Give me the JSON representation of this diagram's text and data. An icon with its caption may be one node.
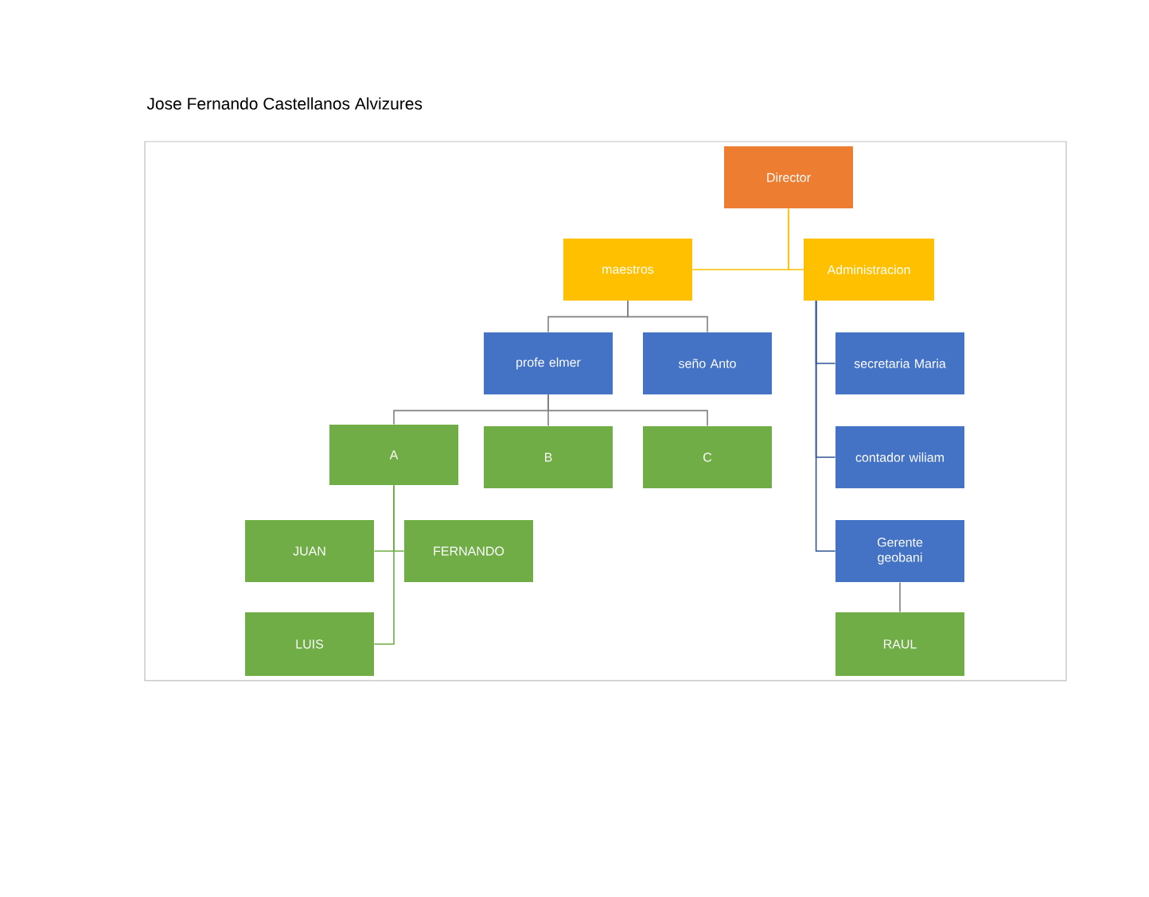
{
  "diagram": {
    "nodes": [
      {
        "text": [
          "Director"
        ]
      },
      {
        "text": [
          "maestros"
        ]
      },
      {
        "text": [
          "Administracion"
        ]
      },
      {
        "text": [
          "profe elmer"
        ]
      },
      {
        "text": [
          "seño Anto"
        ]
      },
      {
        "text": [
          "A"
        ]
      },
      {
        "text": [
          "B"
        ]
      },
      {
        "text": [
          "C"
        ]
      },
      {
        "text": [
          "JUAN"
        ]
      },
      {
        "text": [
          "FERNANDO"
        ]
      },
      {
        "text": [
          "LUIS"
        ]
      },
      {
        "text": [
          "secretaria Maria"
        ]
      },
      {
        "text": [
          "contador wiliam"
        ]
      },
      {
        "text": [
          "Gerente geobani"
        ]
      },
      {
        "text": [
          "RAUL"
        ]
      }
    ],
    "edges": [
      {
        "from": 0,
        "to": 1,
        "arrow": "none",
        "color": "#ffc000"
      },
      {
        "from": 0,
        "to": 2,
        "arrow": "none",
        "color": "#ffc000"
      },
      {
        "from": 1,
        "to": 3,
        "arrow": "none"
      },
      {
        "from": 1,
        "to": 4,
        "arrow": "none"
      },
      {
        "from": 3,
        "to": 5,
        "arrow": "none"
      },
      {
        "from": 3,
        "to": 6,
        "arrow": "none"
      },
      {
        "from": 3,
        "to": 7,
        "arrow": "none"
      },
      {
        "from": 5,
        "to": 8,
        "arrow": "none",
        "color": "#70ad47"
      },
      {
        "from": 5,
        "to": 9,
        "arrow": "none",
        "color": "#70ad47"
      },
      {
        "from": 5,
        "to": 10,
        "arrow": "none",
        "color": "#70ad47"
      },
      {
        "from": 2,
        "to": 11,
        "arrow": "none",
        "color": "#2f5597"
      },
      {
        "from": 2,
        "to": 12,
        "arrow": "none",
        "color": "#2f5597"
      },
      {
        "from": 2,
        "to": 13,
        "arrow": "none",
        "color": "#2f5597"
      },
      {
        "from": 13,
        "to": 14,
        "arrow": "none"
      }
    ],
    "labels": [
      "Jose Fernando Castellanos Alvizures"
    ]
  }
}
